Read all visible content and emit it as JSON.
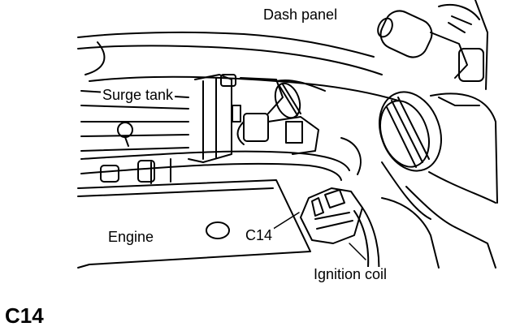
{
  "labels": {
    "dash_panel": "Dash panel",
    "surge_tank": "Surge tank",
    "engine": "Engine",
    "connector": "C14",
    "ignition_coil": "Ignition coil"
  },
  "caption": "C14",
  "colors": {
    "ink": "#000000",
    "paper": "#ffffff"
  }
}
